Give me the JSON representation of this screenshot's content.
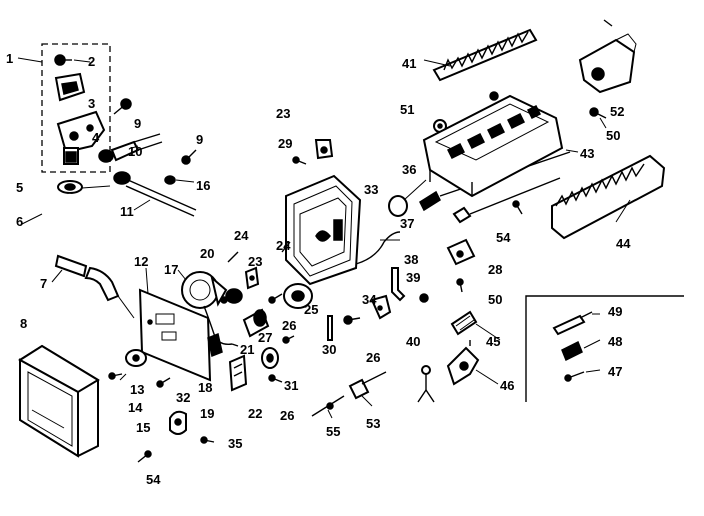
{
  "diagram": {
    "callouts": [
      {
        "id": "c1",
        "text": "1"
      },
      {
        "id": "c2",
        "text": "2"
      },
      {
        "id": "c3",
        "text": "3"
      },
      {
        "id": "c4",
        "text": "4"
      },
      {
        "id": "c5",
        "text": "5"
      },
      {
        "id": "c6",
        "text": "6"
      },
      {
        "id": "c7",
        "text": "7"
      },
      {
        "id": "c8",
        "text": "8"
      },
      {
        "id": "c9a",
        "text": "9"
      },
      {
        "id": "c9b",
        "text": "9"
      },
      {
        "id": "c10",
        "text": "10"
      },
      {
        "id": "c11",
        "text": "11"
      },
      {
        "id": "c12",
        "text": "12"
      },
      {
        "id": "c13",
        "text": "13"
      },
      {
        "id": "c14",
        "text": "14"
      },
      {
        "id": "c15",
        "text": "15"
      },
      {
        "id": "c16",
        "text": "16"
      },
      {
        "id": "c17",
        "text": "17"
      },
      {
        "id": "c18",
        "text": "18"
      },
      {
        "id": "c19",
        "text": "19"
      },
      {
        "id": "c20",
        "text": "20"
      },
      {
        "id": "c21",
        "text": "21"
      },
      {
        "id": "c22",
        "text": "22"
      },
      {
        "id": "c23a",
        "text": "23"
      },
      {
        "id": "c23b",
        "text": "23"
      },
      {
        "id": "c24a",
        "text": "24"
      },
      {
        "id": "c24b",
        "text": "24"
      },
      {
        "id": "c25",
        "text": "25"
      },
      {
        "id": "c26a",
        "text": "26"
      },
      {
        "id": "c26b",
        "text": "26"
      },
      {
        "id": "c26c",
        "text": "26"
      },
      {
        "id": "c27",
        "text": "27"
      },
      {
        "id": "c28",
        "text": "28"
      },
      {
        "id": "c29",
        "text": "29"
      },
      {
        "id": "c30",
        "text": "30"
      },
      {
        "id": "c31",
        "text": "31"
      },
      {
        "id": "c32",
        "text": "32"
      },
      {
        "id": "c33",
        "text": "33"
      },
      {
        "id": "c34",
        "text": "34"
      },
      {
        "id": "c35",
        "text": "35"
      },
      {
        "id": "c36",
        "text": "36"
      },
      {
        "id": "c37",
        "text": "37"
      },
      {
        "id": "c38",
        "text": "38"
      },
      {
        "id": "c39",
        "text": "39"
      },
      {
        "id": "c40",
        "text": "40"
      },
      {
        "id": "c41",
        "text": "41"
      },
      {
        "id": "c43",
        "text": "43"
      },
      {
        "id": "c44",
        "text": "44"
      },
      {
        "id": "c45",
        "text": "45"
      },
      {
        "id": "c46",
        "text": "46"
      },
      {
        "id": "c47",
        "text": "47"
      },
      {
        "id": "c48",
        "text": "48"
      },
      {
        "id": "c49",
        "text": "49"
      },
      {
        "id": "c50a",
        "text": "50"
      },
      {
        "id": "c50b",
        "text": "50"
      },
      {
        "id": "c51",
        "text": "51"
      },
      {
        "id": "c52",
        "text": "52"
      },
      {
        "id": "c53",
        "text": "53"
      },
      {
        "id": "c54a",
        "text": "54"
      },
      {
        "id": "c54b",
        "text": "54"
      },
      {
        "id": "c55",
        "text": "55"
      }
    ]
  }
}
